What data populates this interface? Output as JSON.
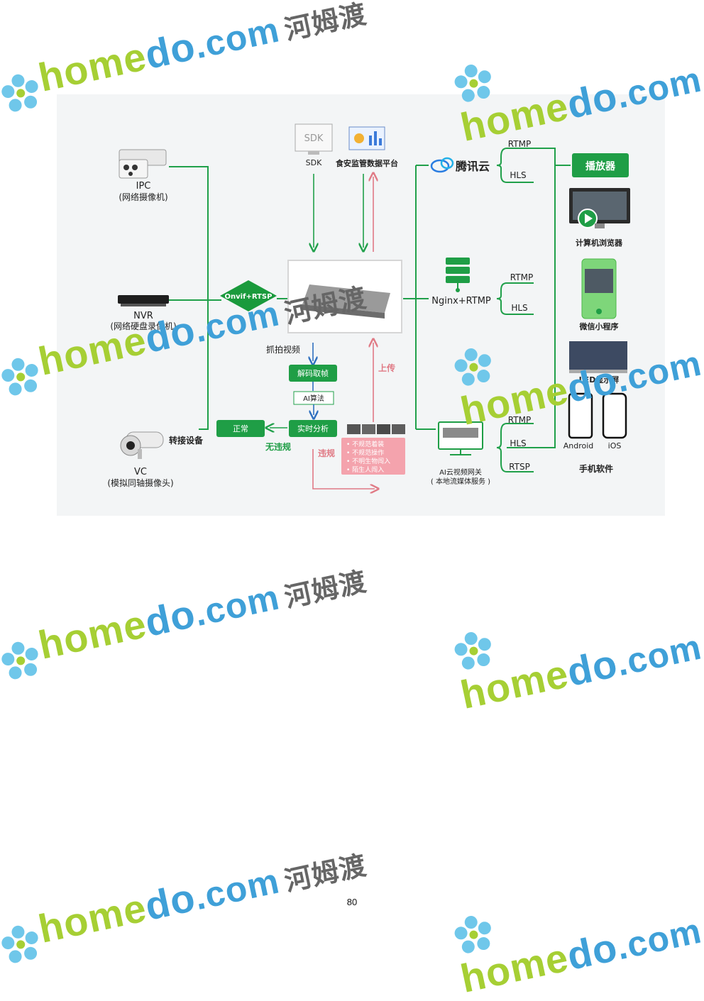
{
  "diagram": {
    "sources": {
      "ipc_title": "IPC",
      "ipc_sub": "(网络摄像机)",
      "nvr_title": "NVR",
      "nvr_sub": "(网络硬盘录像机)",
      "vc_title": "VC",
      "vc_sub": "(模拟同轴摄像头)",
      "relay": "转接设备",
      "protocol": "Onvif+RTSP"
    },
    "top": {
      "sdk_icon_text": "SDK",
      "sdk_label": "SDK",
      "platform_label": "食安监管数据平台"
    },
    "pipeline": {
      "capture": "抓拍视频",
      "decode": "解码取帧",
      "algo": "AI算法",
      "analysis": "实时分析",
      "normal": "正常",
      "no_violation": "无违规",
      "violation": "违规",
      "upload": "上传",
      "violations_list": [
        "不规范着装",
        "不规范操作",
        "不明生物闯入",
        "陌生人闯入"
      ]
    },
    "servers": {
      "tencent": "腾讯云",
      "nginx": "Nginx+RTMP",
      "gateway_title": "AI云视频网关",
      "gateway_sub": "( 本地流媒体服务 )"
    },
    "protocols": {
      "tencent": [
        "RTMP",
        "HLS"
      ],
      "nginx": [
        "RTMP",
        "HLS"
      ],
      "gateway": [
        "RTMP",
        "HLS",
        "RTSP"
      ]
    },
    "players": {
      "title": "播放器",
      "browser": "计算机浏览器",
      "miniapp": "微信小程序",
      "led": "LED显示屏",
      "android": "Android",
      "ios": "iOS",
      "mobile": "手机软件"
    },
    "colors": {
      "green": "#20a04a",
      "blue": "#2e6fbf",
      "red": "#e07a85",
      "pink_box": "#f4a3ad"
    }
  },
  "watermark": {
    "brand_home": "home",
    "brand_do": "do",
    "brand_com": ".com",
    "brand_cn": "河姆渡"
  },
  "page": {
    "number": "80"
  }
}
